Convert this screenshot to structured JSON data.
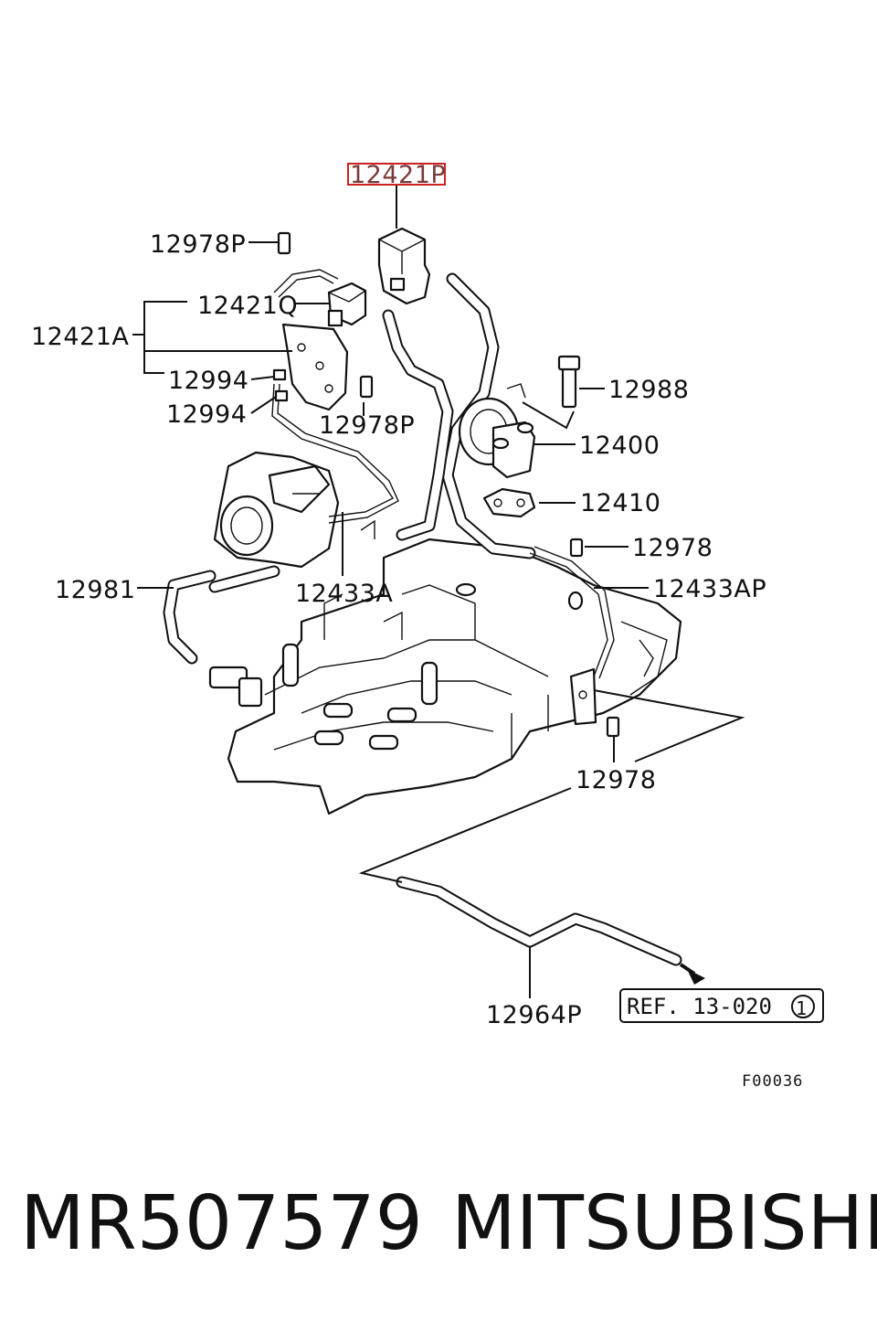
{
  "diagram": {
    "callouts": {
      "c12421P": "12421P",
      "c12978P_top": "12978P",
      "c12421Q": "12421Q",
      "c12421A": "12421A",
      "c12994_a": "12994",
      "c12994_b": "12994",
      "c12978P_mid": "12978P",
      "c12988": "12988",
      "c12400": "12400",
      "c12410": "12410",
      "c12978_a": "12978",
      "c12981": "12981",
      "c12433A": "12433A",
      "c12433AP": "12433AP",
      "c12978_b": "12978",
      "c12964P": "12964P"
    },
    "reference": {
      "text": "REF. 13-020",
      "circled": "1"
    },
    "figure_code": "F00036",
    "highlight_color": "#cc2222"
  },
  "footer": {
    "part_number": "MR507579",
    "brand": "MITSUBISHI"
  }
}
